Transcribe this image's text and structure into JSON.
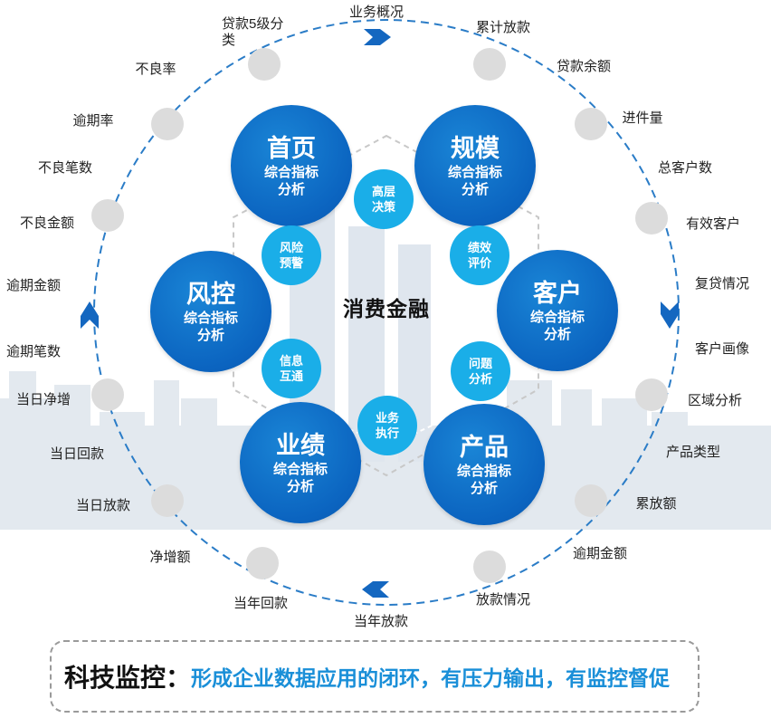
{
  "center": {
    "title": "消费金融"
  },
  "modules": [
    {
      "name": "首页",
      "line1": "综合指标",
      "line2": "分析"
    },
    {
      "name": "规模",
      "line1": "综合指标",
      "line2": "分析"
    },
    {
      "name": "风控",
      "line1": "综合指标",
      "line2": "分析"
    },
    {
      "name": "客户",
      "line1": "综合指标",
      "line2": "分析"
    },
    {
      "name": "业绩",
      "line1": "综合指标",
      "line2": "分析"
    },
    {
      "name": "产品",
      "line1": "综合指标",
      "line2": "分析"
    }
  ],
  "links": [
    {
      "line1": "高层",
      "line2": "决策"
    },
    {
      "line1": "风险",
      "line2": "预警"
    },
    {
      "line1": "绩效",
      "line2": "评价"
    },
    {
      "line1": "信息",
      "line2": "互通"
    },
    {
      "line1": "问题",
      "line2": "分析"
    },
    {
      "line1": "业务",
      "line2": "执行"
    }
  ],
  "ring_labels": {
    "top": "业务概况",
    "daikuan5": "贷款5级分类",
    "leiji": "累计放款",
    "buliang_lv": "不良率",
    "daikuan_yue": "贷款余额",
    "yuqi_lv": "逾期率",
    "jinjian": "进件量",
    "buliang_bi": "不良笔数",
    "zong_kehu": "总客户数",
    "buliang_e": "不良金额",
    "youxiao": "有效客户",
    "yuqi_jine_l": "逾期金额",
    "fudai": "复贷情况",
    "yuqi_bishu": "逾期笔数",
    "huaxiang": "客户画像",
    "dangri_jingzeng": "当日净增",
    "quyu": "区域分析",
    "dangri_huikuan": "当日回款",
    "chanpin": "产品类型",
    "dangri_fangkuan": "当日放款",
    "leifang_e": "累放额",
    "jingzeng_e": "净增额",
    "yuqi_jine_r": "逾期金额",
    "dangnian_huikuan": "当年回款",
    "fangkuan_qk": "放款情况",
    "dangnian_fangkuan": "当年放款"
  },
  "footer": {
    "lead": "科技监控：",
    "body": "形成企业数据应用的闭环，有压力输出，有监控督促"
  },
  "colors": {
    "module_blue": "#0b64c0",
    "link_cyan": "#1aaee8",
    "ring_dash": "#2a7cc7",
    "footer_text": "#1a8fd8"
  }
}
